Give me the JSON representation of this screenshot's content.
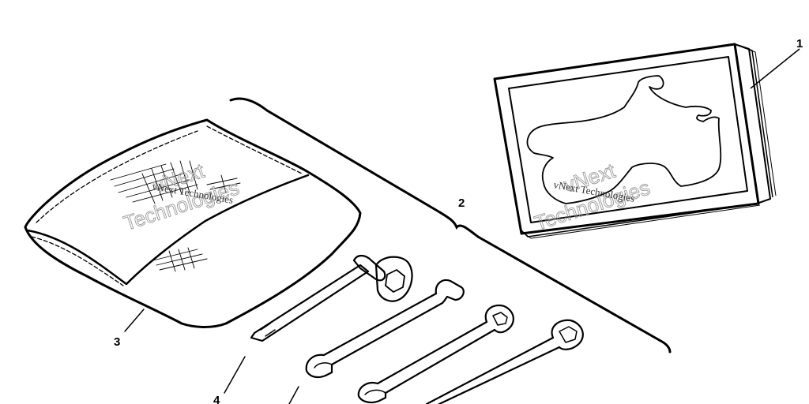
{
  "callouts": {
    "owners_manual": "1",
    "tool_kit": "2",
    "tool_bag": "3",
    "tool_socket_wrench": "4"
  },
  "watermark": {
    "line1": "vNext",
    "line2": "Technologies",
    "inline": "vNext Technologies"
  },
  "colors": {
    "ink": "#000000",
    "watermark": "#9a9a9a",
    "background": "#ffffff"
  }
}
